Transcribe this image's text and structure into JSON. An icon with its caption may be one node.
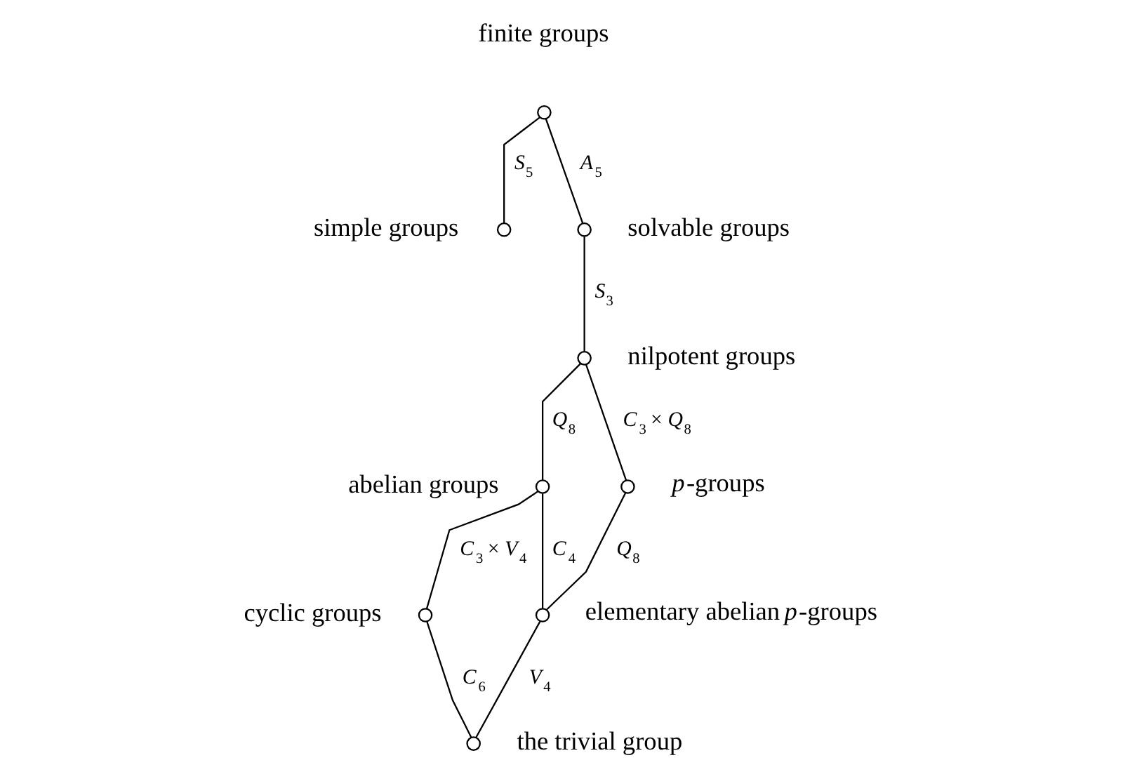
{
  "diagram": {
    "nodes": [
      {
        "text": [],
        "shape": "circle",
        "beside": [
          "finite groups"
        ]
      },
      {
        "text": [],
        "shape": "circle",
        "beside": [
          "simple groups"
        ]
      },
      {
        "text": [],
        "shape": "circle",
        "beside": [
          "solvable groups"
        ]
      },
      {
        "text": [],
        "shape": "circle",
        "beside": [
          "nilpotent groups"
        ]
      },
      {
        "text": [],
        "shape": "circle",
        "beside": [
          "abelian groups"
        ]
      },
      {
        "text": [],
        "shape": "circle",
        "beside": [
          "*p*-groups"
        ]
      },
      {
        "text": [],
        "shape": "circle",
        "beside": [
          "cyclic groups"
        ]
      },
      {
        "text": [],
        "shape": "circle",
        "beside": [
          "elementary abelian *p*-groups"
        ]
      },
      {
        "text": [],
        "shape": "circle",
        "beside": [
          "the trivial group"
        ]
      }
    ],
    "edges": [
      {
        "from": 0,
        "to": 1,
        "arrow": "none",
        "label": "*S*$_{5}$"
      },
      {
        "from": 0,
        "to": 2,
        "arrow": "none",
        "label": "*A*$_{5}$"
      },
      {
        "from": 2,
        "to": 3,
        "arrow": "none",
        "label": "*S*$_{3}$"
      },
      {
        "from": 3,
        "to": 4,
        "arrow": "none",
        "label": "*Q*$_{8}$"
      },
      {
        "from": 3,
        "to": 5,
        "arrow": "none",
        "label": "*C*$_{3}$ × *Q*$_{8}$"
      },
      {
        "from": 4,
        "to": 6,
        "arrow": "none",
        "label": "*C*$_{3}$ × *V*$_{4}$"
      },
      {
        "from": 4,
        "to": 7,
        "arrow": "none",
        "label": "*C*$_{4}$"
      },
      {
        "from": 5,
        "to": 7,
        "arrow": "none",
        "label": "*Q*$_{8}$"
      },
      {
        "from": 6,
        "to": 8,
        "arrow": "none",
        "label": "*C*$_{6}$"
      },
      {
        "from": 7,
        "to": 8,
        "arrow": "none",
        "label": "*V*$_{4}$"
      }
    ]
  }
}
